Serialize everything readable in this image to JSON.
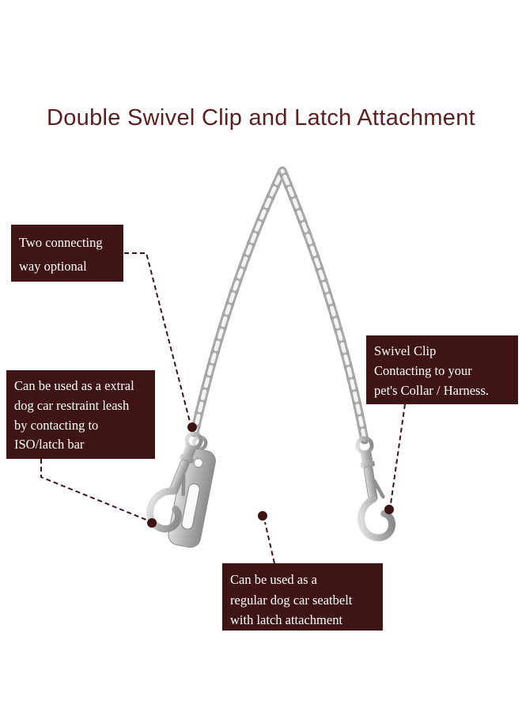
{
  "page": {
    "title": "Double Swivel Clip and Latch Attachment",
    "background": "#ffffff"
  },
  "colors": {
    "accent_maroon": "#3f1414",
    "title_maroon": "#5b1f1f",
    "metal_gray": "#a9a9a9"
  },
  "callouts": {
    "connect": {
      "lines": [
        "Two connecting",
        "way optional"
      ]
    },
    "restraint": {
      "lines": [
        "Can be used as a extral",
        "dog car restraint leash",
        "by contacting to",
        "ISO/latch bar"
      ]
    },
    "swivel": {
      "lines": [
        "Swivel Clip",
        "Contacting to your",
        "pet's Collar / Harness."
      ]
    },
    "seatbelt": {
      "lines": [
        "Can be used as a",
        "regular dog car seatbelt",
        "with latch attachment"
      ]
    }
  }
}
